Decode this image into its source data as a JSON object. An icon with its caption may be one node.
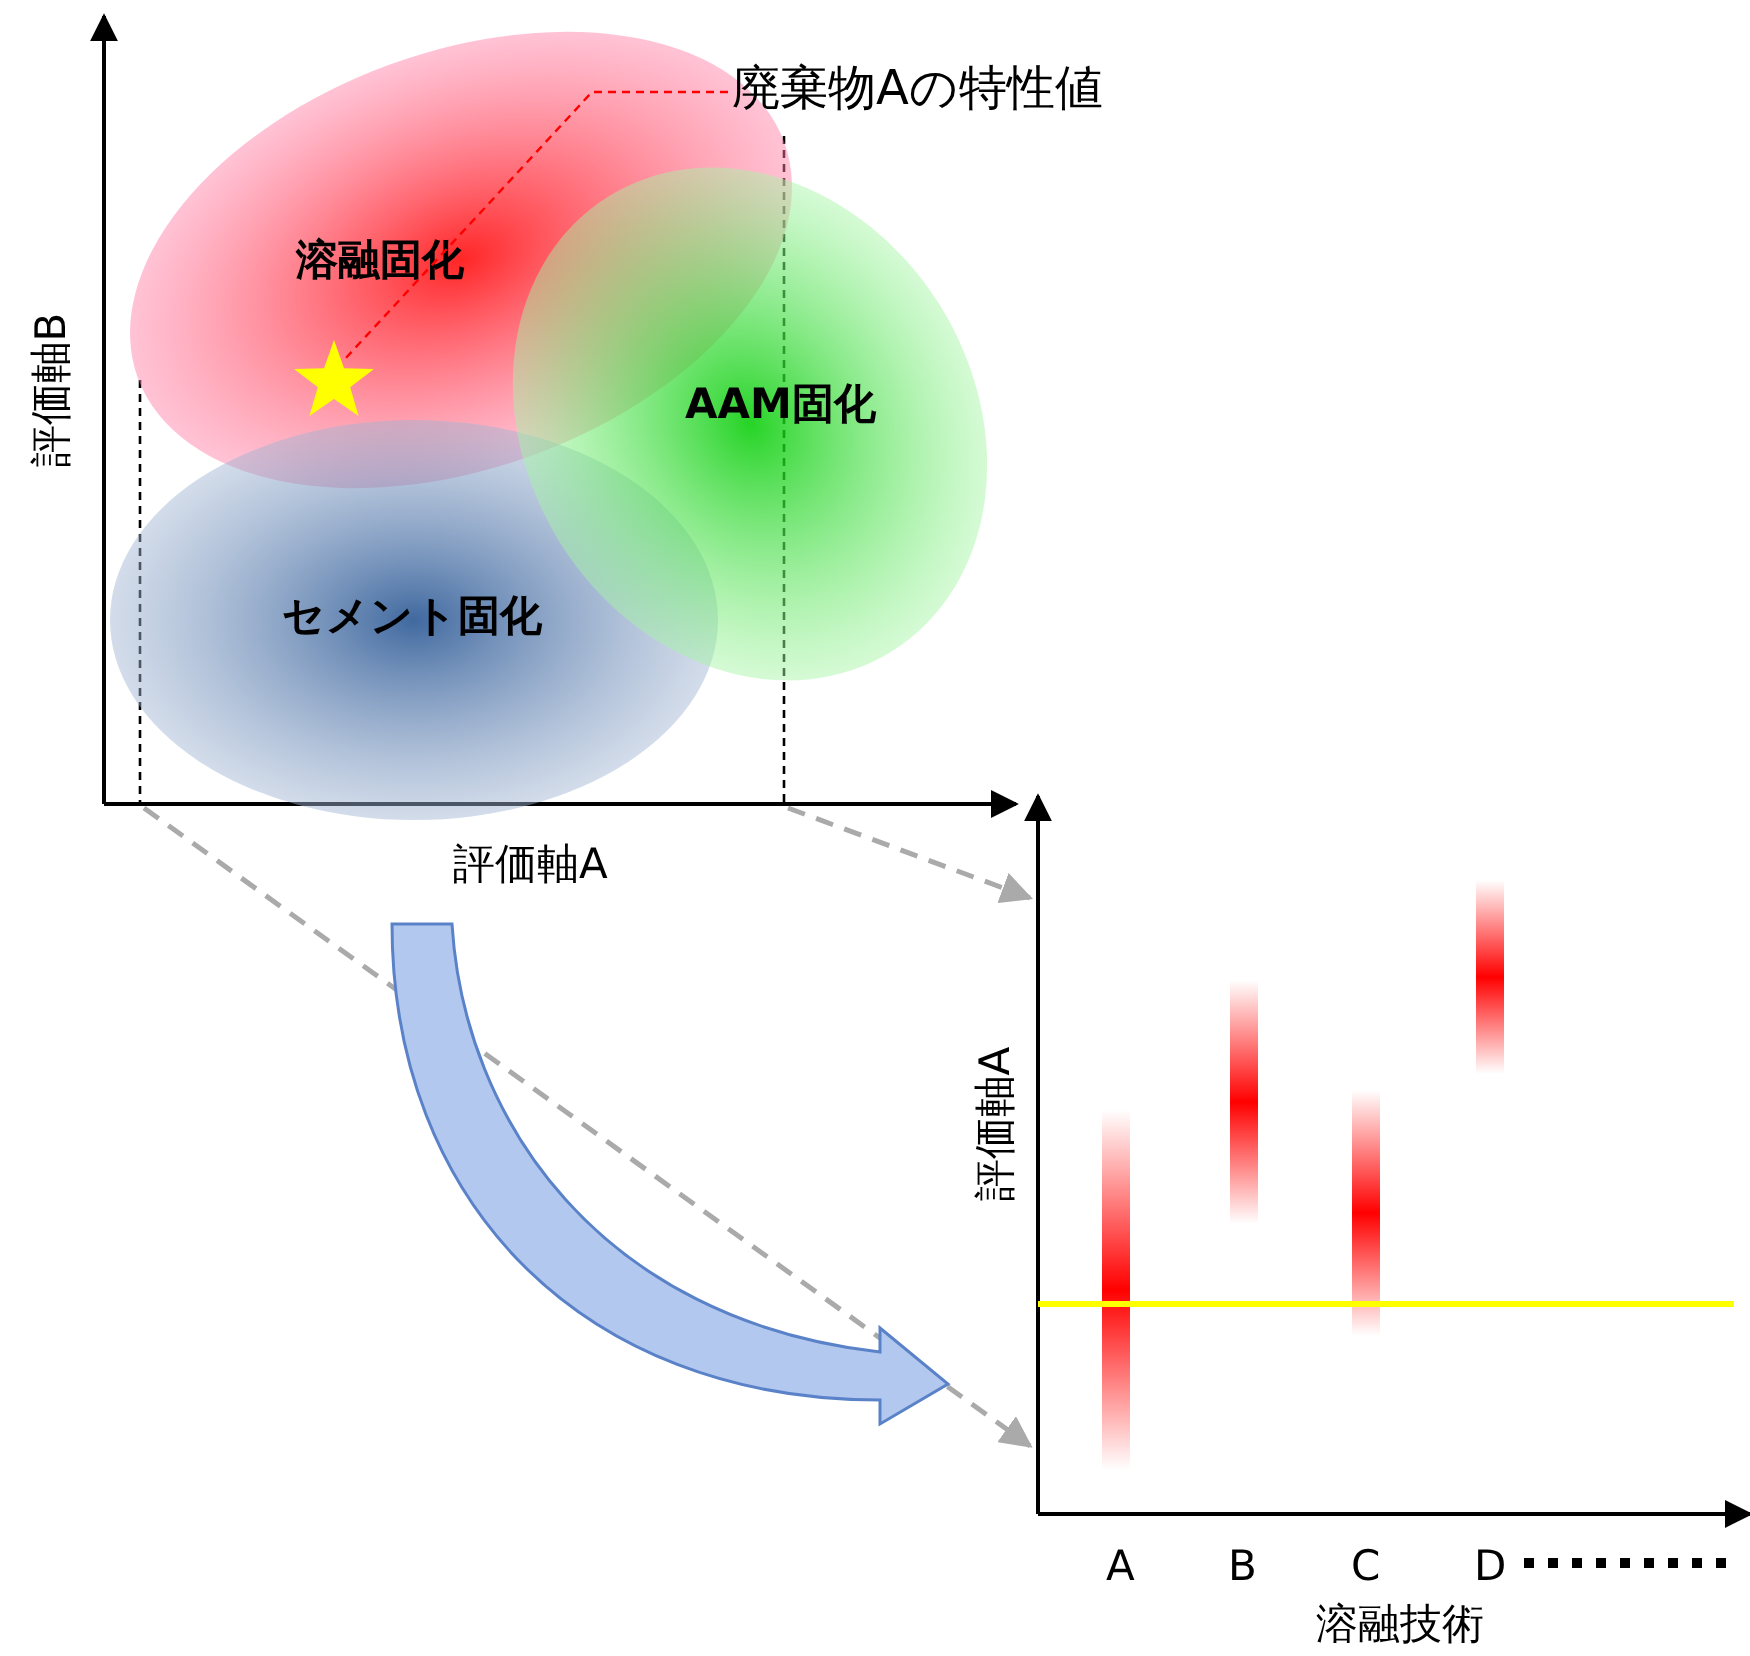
{
  "diagram": {
    "nodes": [
      {
        "text": [
          "溶融固化"
        ]
      },
      {
        "text": [
          "AAM固化"
        ]
      },
      {
        "text": [
          "セメント固化"
        ]
      },
      {
        "text": [
          "廃棄物Aの特性値"
        ]
      },
      {
        "text": [],
        "shape": "star",
        "in": 0
      }
    ],
    "edges": [
      {
        "from": 3,
        "to": 4,
        "arrow": "none",
        "style": "dashed",
        "color": "#ff0000"
      }
    ],
    "labels": [
      "評価軸B",
      "評価軸A",
      "評価軸A",
      "A",
      "B",
      "C",
      "D",
      "溶融技術"
    ]
  }
}
